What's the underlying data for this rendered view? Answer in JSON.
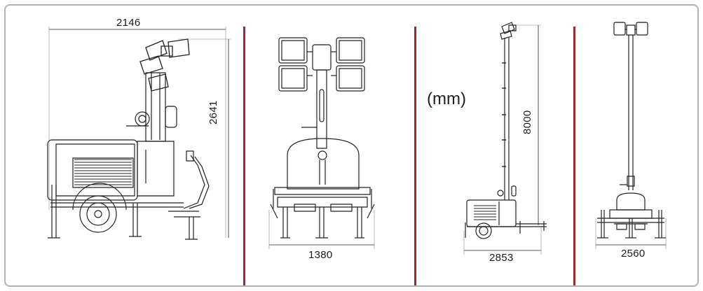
{
  "units": "(mm)",
  "dimensions": {
    "side_width": "2146",
    "side_height": "2641",
    "front_width": "1380",
    "mast_height": "8000",
    "extended_side_width": "2853",
    "extended_front_width": "2560"
  },
  "colors": {
    "divider": "#a3272b",
    "frame_border": "#b3b3b3",
    "line": "#222222"
  }
}
